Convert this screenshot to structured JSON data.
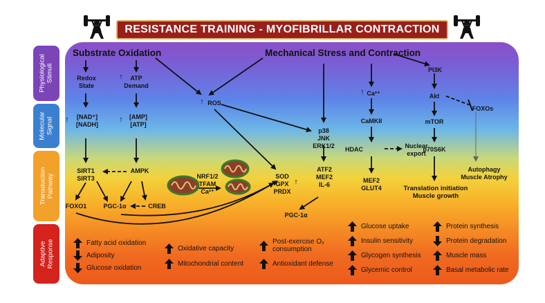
{
  "title": "RESISTANCE TRAINING - MYOFIBRILLAR CONTRACTION",
  "colors": {
    "banner": "#9a1f1a",
    "stimuli": "#7b45b8",
    "signal": "#3b7fd0",
    "transduction": "#f2a22a",
    "response": "#d4221c"
  },
  "icons": [
    "weightlifter-icon",
    "weightlifter-icon",
    "mitochondria-icon",
    "up-arrow-icon",
    "down-arrow-icon"
  ],
  "side_labels": {
    "stimuli": "Physiological Stimuli",
    "signal": "Molecular Signal",
    "transduction": "Transduction Pathway",
    "response": "Adaptive Response"
  },
  "headers": {
    "substrate": "Substrate Oxidation",
    "mechanical": "Mechanical Stress and Contraction"
  },
  "nodes": {
    "redox": "Redox\nState",
    "atp_demand": "ATP\nDemand",
    "ros": "ROS",
    "nad": "[NAD⁺]\n[NADH]",
    "amp": "[AMP]\n[ATP]",
    "sirt": "SIRT1\nSIRT3",
    "ampk": "AMPK",
    "foxo1": "FOXO1",
    "pgc_left": "PGC-1α",
    "creb": "CREB",
    "nrf": "NRF1/2\nTFAM\nCa²⁺",
    "sod": "SOD\nGPX\nPRDX",
    "p38": "p38\nJNK\nERK1/2",
    "atf2": "ATF2\nMEF2\nIL-6",
    "pgc_right": "PGC-1α",
    "ca": "Ca²⁺",
    "camkii": "CaMKII",
    "hdac": "HDAC",
    "nuclear_export": "Nuclear\nexport",
    "mef2": "MEF2\nGLUT4",
    "pi3k": "PI3K",
    "akt": "Akt",
    "foxos": "FOXOs",
    "mtor": "mTOR",
    "p70s6k": "p70S6K",
    "autophagy": "Autophagy\nMuscle Atrophy",
    "translation": "Translation initiation\nMuscle growth"
  },
  "responses": [
    {
      "dir": "up",
      "text": "Fatty acid oxidation"
    },
    {
      "dir": "down",
      "text": "Adiposity"
    },
    {
      "dir": "down",
      "text": "Glucose oxidation"
    },
    {
      "dir": "up",
      "text": "Oxidative capacity"
    },
    {
      "dir": "up",
      "text": "Mitochondrial content"
    },
    {
      "dir": "up",
      "text": "Post-exercise O₂\nconsumption"
    },
    {
      "dir": "up",
      "text": "Antioxidant defense"
    },
    {
      "dir": "up",
      "text": "Glucose uptake"
    },
    {
      "dir": "up",
      "text": "Insulin sensitivity"
    },
    {
      "dir": "up",
      "text": "Glycogen synthesis"
    },
    {
      "dir": "up",
      "text": "Glycemic control"
    },
    {
      "dir": "up",
      "text": "Protein synthesis"
    },
    {
      "dir": "down",
      "text": "Protein degradation"
    },
    {
      "dir": "up",
      "text": "Muscle mass"
    },
    {
      "dir": "up",
      "text": "Basal metabolic rate"
    }
  ]
}
